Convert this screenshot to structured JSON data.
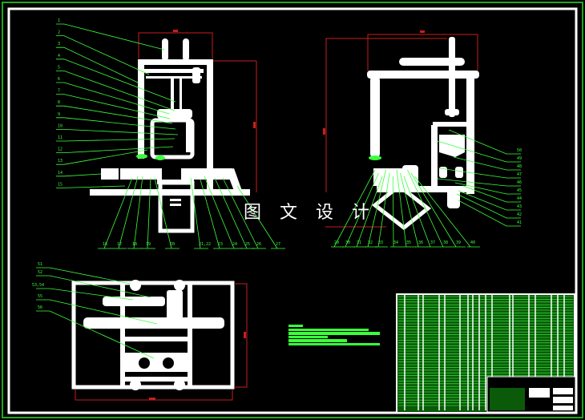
{
  "drawing": {
    "title_text": "图 文 设 计",
    "colors": {
      "background": "#000000",
      "frame": "#ffffff",
      "outer_border": "#1ea81e",
      "leaders": "#3cff3c",
      "dimensions": "#c81e1e",
      "parts": "#ffffff"
    }
  },
  "front_view": {
    "left_callouts": [
      "1",
      "2",
      "3",
      "4",
      "5",
      "6",
      "7",
      "8",
      "9",
      "10",
      "11",
      "12",
      "13",
      "14",
      "15"
    ],
    "bottom_callouts": [
      "16",
      "17",
      "18",
      "19",
      "20",
      "21,22",
      "23",
      "24",
      "25",
      "26",
      "27"
    ]
  },
  "side_view": {
    "right_callouts": [
      "50",
      "49",
      "48",
      "47",
      "46",
      "45",
      "44",
      "43",
      "42",
      "41"
    ],
    "bottom_callouts": [
      "29",
      "30",
      "31",
      "32",
      "33",
      "34",
      "35",
      "36",
      "37",
      "38",
      "39",
      "40"
    ]
  },
  "top_view": {
    "left_callouts": [
      "51",
      "52",
      "53,54",
      "55",
      "56"
    ]
  }
}
